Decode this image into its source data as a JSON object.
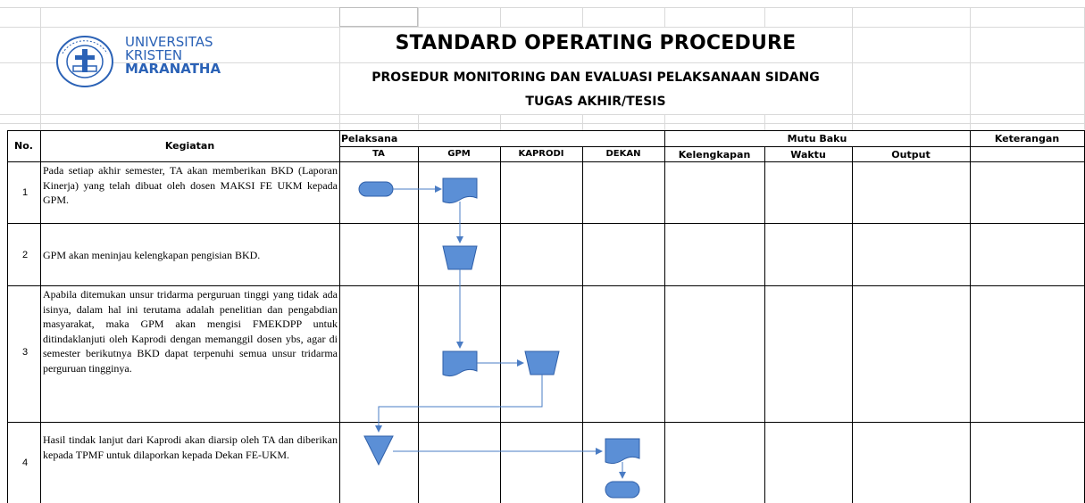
{
  "header": {
    "university_line1": "UNIVERSITAS",
    "university_line2": "KRISTEN",
    "university_line3": "MARANATHA",
    "title": "STANDARD OPERATING PROCEDURE",
    "subtitle_line1": "PROSEDUR MONITORING DAN EVALUASI PELAKSANAAN SIDANG",
    "subtitle_line2": "TUGAS AKHIR/TESIS"
  },
  "table": {
    "col_no": "No.",
    "col_kegiatan": "Kegiatan",
    "col_pelaksana": "Pelaksana",
    "col_mutu_baku": "Mutu Baku",
    "col_keterangan": "Keterangan",
    "pelaksana_cols": [
      "TA",
      "GPM",
      "KAPRODI",
      "DEKAN"
    ],
    "mutu_cols": [
      "Kelengkapan",
      "Waktu",
      "Output"
    ],
    "rows": [
      {
        "no": "1",
        "kegiatan": "Pada setiap akhir semester, TA akan memberikan BKD (Laporan Kinerja) yang telah dibuat oleh dosen MAKSI FE UKM kepada GPM."
      },
      {
        "no": "2",
        "kegiatan": "GPM akan meninjau kelengkapan pengisian BKD."
      },
      {
        "no": "3",
        "kegiatan": "Apabila ditemukan unsur tridarma perguruan tinggi yang tidak ada isinya, dalam hal ini terutama adalah penelitian dan pengabdian masyarakat, maka GPM akan mengisi FMEKDPP untuk ditindaklanjuti oleh Kaprodi dengan memanggil dosen ybs, agar di semester berikutnya BKD dapat terpenuhi semua unsur tridarma perguruan tingginya."
      },
      {
        "no": "4",
        "kegiatan": "Hasil tindak lanjut dari Kaprodi akan diarsip oleh TA dan diberikan kepada TPMF untuk dilaporkan kepada Dekan FE-UKM."
      }
    ]
  },
  "colors": {
    "shape_fill": "#5b8fd6",
    "shape_stroke": "#2f5fa8",
    "connector": "#4a7cc4",
    "logo_blue": "#2b62b6"
  }
}
